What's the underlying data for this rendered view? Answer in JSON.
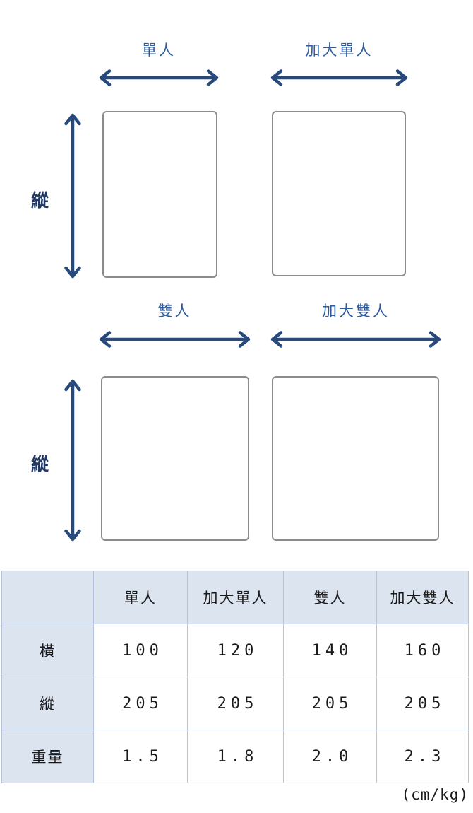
{
  "colors": {
    "label_blue": "#2E5B9E",
    "arrow_navy": "#27497C",
    "vertical_label_navy": "#1F3864",
    "rect_border_gray": "#8C8C8C",
    "table_header_bg": "#DCE4F0",
    "table_grid_blue": "#B5C4DE",
    "body_text": "#1A1A1A"
  },
  "diagram": {
    "vertical_axis_label_top": "縱",
    "vertical_axis_label_bottom": "縱",
    "sizes": [
      {
        "label": "單人"
      },
      {
        "label": "加大單人"
      },
      {
        "label": "雙人"
      },
      {
        "label": "加大雙人"
      }
    ]
  },
  "table": {
    "columns": [
      "",
      "單人",
      "加大單人",
      "雙人",
      "加大雙人"
    ],
    "rows": [
      {
        "header": "橫",
        "values": [
          "100",
          "120",
          "140",
          "160"
        ]
      },
      {
        "header": "縱",
        "values": [
          "205",
          "205",
          "205",
          "205"
        ]
      },
      {
        "header": "重量",
        "values": [
          "1.5",
          "1.8",
          "2.0",
          "2.3"
        ]
      }
    ],
    "unit_note": "(cm/kg)"
  }
}
